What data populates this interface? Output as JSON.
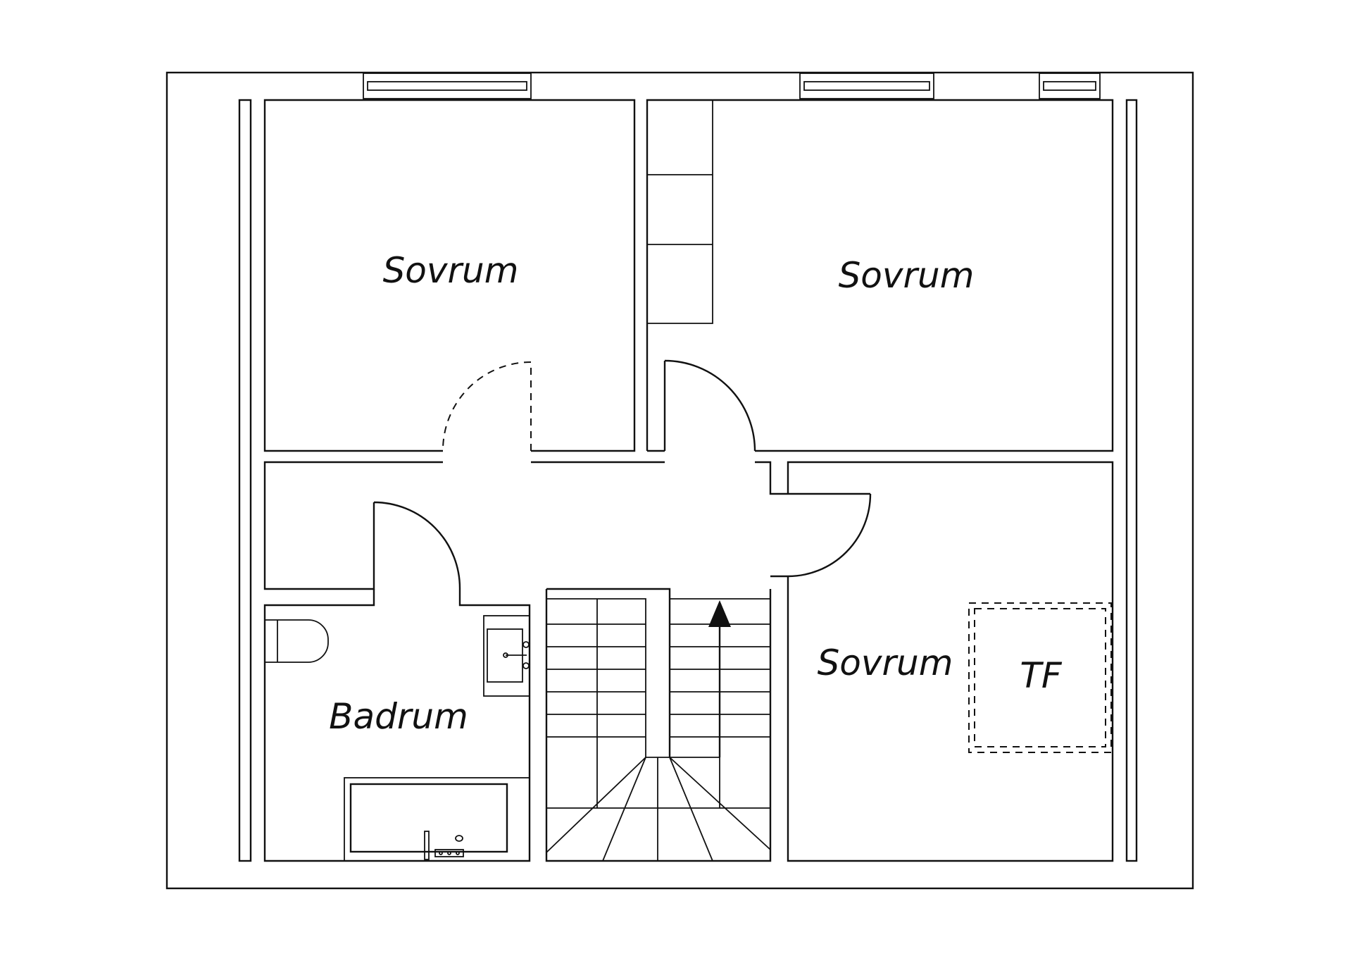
{
  "rooms": {
    "bedroom_top_left": {
      "label": "Sovrum"
    },
    "bedroom_top_right": {
      "label": "Sovrum"
    },
    "bedroom_bottom_right": {
      "label": "Sovrum"
    },
    "bathroom": {
      "label": "Badrum"
    },
    "laundry_area": {
      "label": "TF"
    }
  },
  "colors": {
    "line": "#111111",
    "background": "#ffffff"
  }
}
